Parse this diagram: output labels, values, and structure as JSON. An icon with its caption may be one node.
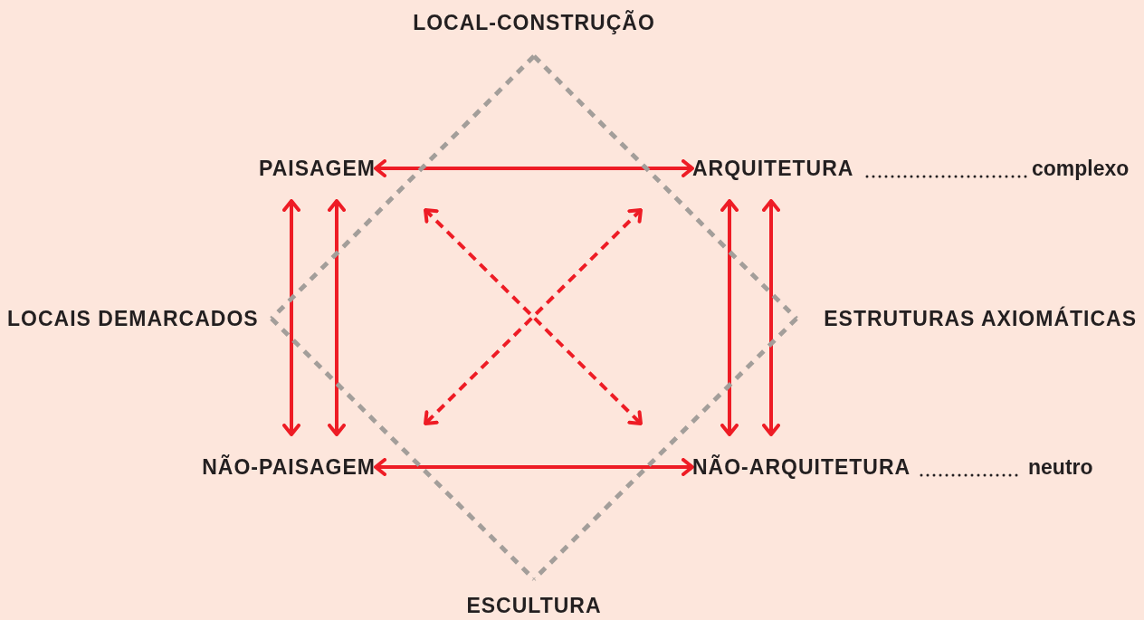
{
  "diagram": {
    "nodes": [
      {
        "text": [
          "LOCAL-CONSTRUÇÃO"
        ]
      },
      {
        "text": [
          "PAISAGEM"
        ]
      },
      {
        "text": [
          "ARQUITETURA"
        ]
      },
      {
        "text": [
          "LOCAIS DEMARCADOS"
        ]
      },
      {
        "text": [
          "ESTRUTURAS AXIOMÁTICAS"
        ]
      },
      {
        "text": [
          "NÃO-PAISAGEM"
        ]
      },
      {
        "text": [
          "NÃO-ARQUITETURA"
        ]
      },
      {
        "text": [
          "ESCULTURA"
        ]
      },
      {
        "text": [
          "complexo"
        ]
      },
      {
        "text": [
          "neutro"
        ]
      }
    ],
    "edges": [
      {
        "from": 1,
        "to": 2,
        "arrow": "both"
      },
      {
        "from": 1,
        "to": 5,
        "arrow": "both"
      },
      {
        "from": 1,
        "to": 5,
        "arrow": "both"
      },
      {
        "from": 2,
        "to": 6,
        "arrow": "both"
      },
      {
        "from": 2,
        "to": 6,
        "arrow": "both"
      },
      {
        "from": 5,
        "to": 6,
        "arrow": "both"
      },
      {
        "from": 1,
        "to": 6,
        "arrow": "both",
        "style": "dashed"
      },
      {
        "from": 2,
        "to": 5,
        "arrow": "both",
        "style": "dashed"
      },
      {
        "from": 0,
        "to": 3,
        "arrow": "none",
        "style": "dashed",
        "color": "#a39e9a"
      },
      {
        "from": 0,
        "to": 4,
        "arrow": "none",
        "style": "dashed",
        "color": "#a39e9a"
      },
      {
        "from": 3,
        "to": 7,
        "arrow": "none",
        "style": "dashed",
        "color": "#a39e9a"
      },
      {
        "from": 4,
        "to": 7,
        "arrow": "none",
        "style": "dashed",
        "color": "#a39e9a"
      },
      {
        "from": 2,
        "to": 8,
        "arrow": "none",
        "style": "dashed",
        "color": "#231f20"
      },
      {
        "from": 6,
        "to": 9,
        "arrow": "none",
        "style": "dashed",
        "color": "#231f20"
      }
    ]
  }
}
